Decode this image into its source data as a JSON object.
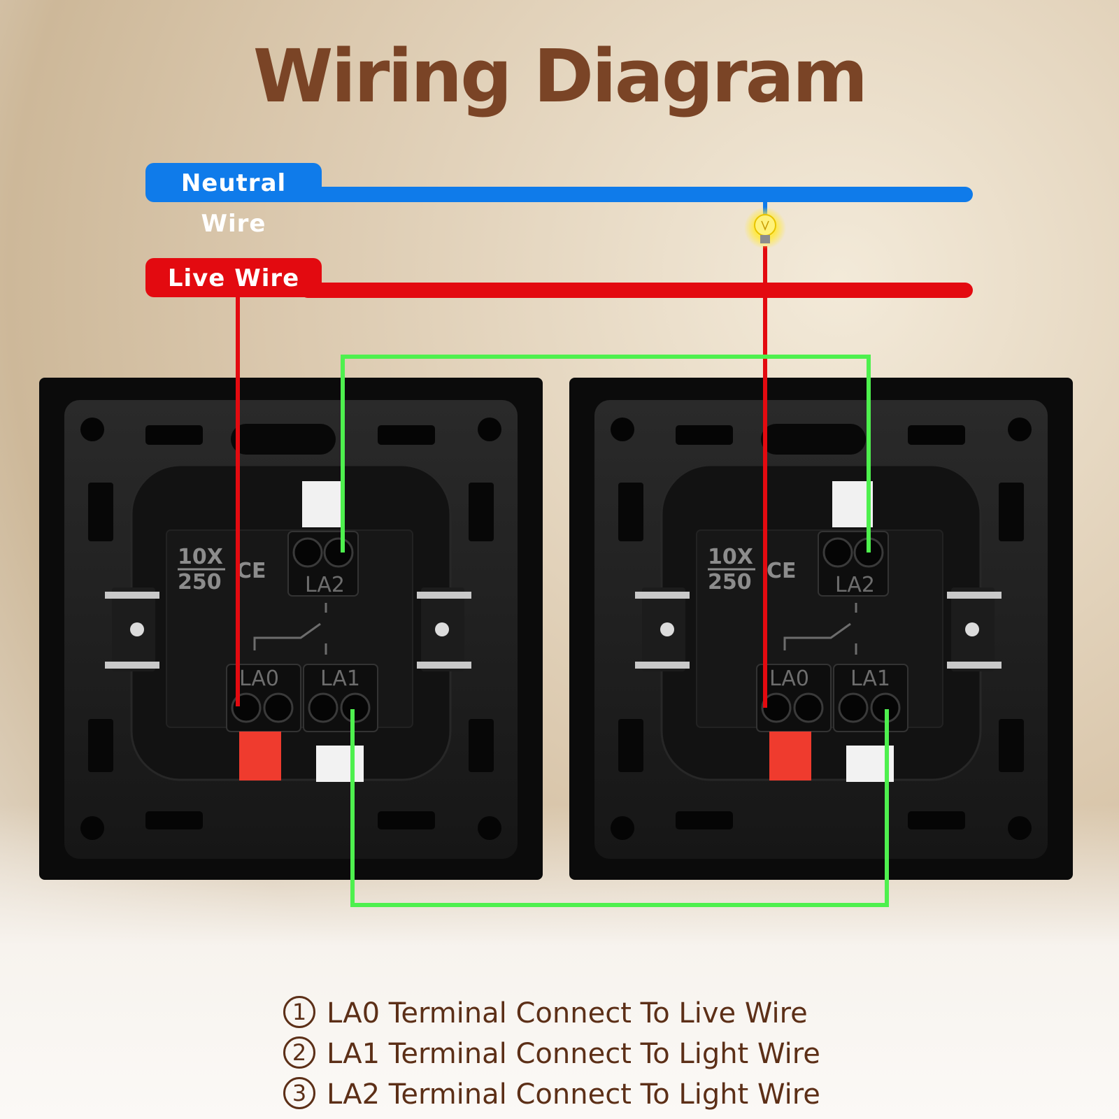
{
  "title": "Wiring Diagram",
  "wires": {
    "neutral": {
      "label": "Neutral Wire",
      "color": "#0f7bea"
    },
    "live": {
      "label": "Live Wire",
      "color": "#e30a10"
    },
    "traveler": {
      "color": "#4ef04e"
    }
  },
  "terminals": {
    "la0": "LA0",
    "la1": "LA1",
    "la2": "LA2"
  },
  "rating": {
    "current": "10X",
    "voltage": "250",
    "mark": "CE"
  },
  "steps": [
    {
      "number": "1",
      "text": "LA0 Terminal Connect To Live Wire"
    },
    {
      "number": "2",
      "text": "LA1 Terminal Connect To Light Wire"
    },
    {
      "number": "3",
      "text": "LA2 Terminal Connect To Light Wire"
    }
  ]
}
